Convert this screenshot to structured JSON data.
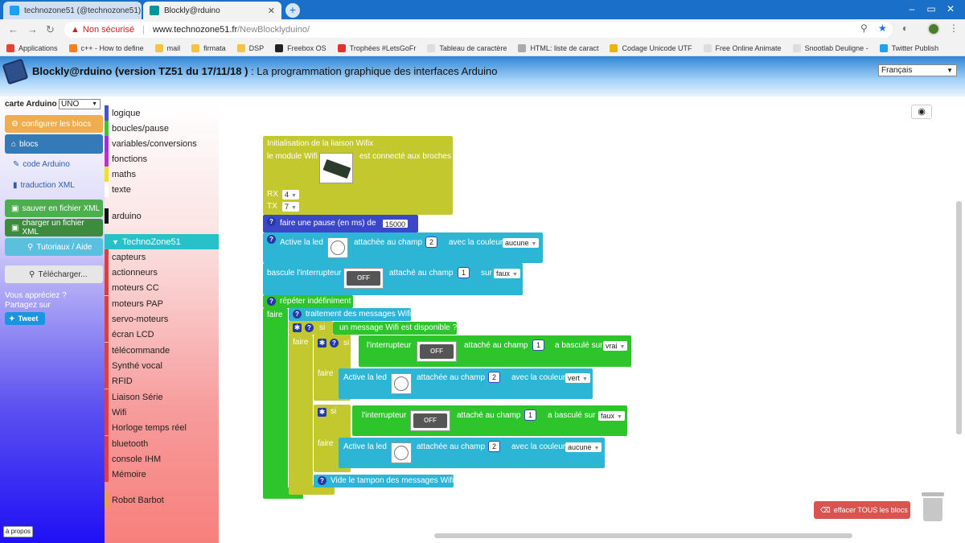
{
  "browser": {
    "tabs": [
      {
        "label": "technozone51 (@technozone51)"
      },
      {
        "label": "Blockly@rduino"
      }
    ],
    "security_label": "Non sécurisé",
    "url_host": "www.technozone51.fr",
    "url_path": "/NewBlocklyduino/",
    "bookmarks": [
      {
        "label": "Applications"
      },
      {
        "label": "c++ - How to define"
      },
      {
        "label": "mail"
      },
      {
        "label": "firmata"
      },
      {
        "label": "DSP"
      },
      {
        "label": "Freebox OS"
      },
      {
        "label": "Trophées #LetsGoFr"
      },
      {
        "label": "Tableau de caractère"
      },
      {
        "label": "HTML: liste de caract"
      },
      {
        "label": "Codage Unicode UTF"
      },
      {
        "label": "Free Online Animate"
      },
      {
        "label": "Snootlab Deuligne -"
      },
      {
        "label": "Twitter Publish"
      }
    ]
  },
  "header": {
    "title_bold": "Blockly@rduino (version TZ51 du 17/11/18 )",
    "title_rest": " : La programmation graphique des interfaces Arduino",
    "language": "Français"
  },
  "left": {
    "board_label": "carte Arduino :",
    "board_value": "UNO",
    "buttons": {
      "configure": "configurer les blocs",
      "blocks": "blocs",
      "arduino_code": "code Arduino",
      "xml": "traduction XML",
      "save": "sauver en fichier XML",
      "load": "charger un fichier XML",
      "tutorials": "Tutoriaux / Aide",
      "download": "Télécharger..."
    },
    "msg1": "Vous appréciez ?",
    "msg2": "Partagez sur",
    "tweet": "Tweet",
    "about": "à propos"
  },
  "categories": {
    "logique": "logique",
    "boucles": "boucles/pause",
    "variables": "variables/conversions",
    "fonctions": "fonctions",
    "maths": "maths",
    "texte": "texte",
    "arduino": "arduino",
    "technozone": "TechnoZone51",
    "capteurs": "capteurs",
    "actionneurs": "actionneurs",
    "moteurs_cc": "moteurs CC",
    "moteurs_pap": "moteurs PAP",
    "servo": "servo-moteurs",
    "lcd": "écran LCD",
    "telecommande": "télécommande",
    "synthe": "Synthé vocal",
    "rfid": "RFID",
    "serie": "Liaison Série",
    "wifi": "Wifi",
    "horloge": "Horloge temps réel",
    "bluetooth": "bluetooth",
    "ihm": "console IHM",
    "memoire": "Mémoire",
    "robot": "Robot Barbot"
  },
  "workspace": {
    "clear_button": "effacer TOUS les blocs",
    "blocks": {
      "init_title": "Initialisation de la liaison Wifix",
      "init_module": "le module Wifi",
      "init_connected": "est connecté aux broches",
      "rx_label": "RX",
      "rx_value": "4",
      "tx_label": "TX",
      "tx_value": "7",
      "pause_label": "faire une pause (en ms) de",
      "pause_value": "15000",
      "led1_label": "Active la led",
      "led1_field": "attachée au champ",
      "led1_num": "2",
      "led1_color_label": "avec la couleur",
      "led1_color": "aucune",
      "switch1_label": "bascule l'interrupteur",
      "switch1_field": "attaché au champ",
      "switch1_num": "1",
      "switch1_on": "sur",
      "switch1_value": "faux",
      "switch_off": "OFF",
      "repeat_label": "répéter indéfiniment",
      "do_label": "faire",
      "process_label": "traitement des messages Wifi",
      "if_label": "si",
      "wifi_available": "un message Wifi est disponible ?",
      "sw2_label": "l'interrupteur",
      "sw2_field": "attaché au champ",
      "sw2_num": "1",
      "sw2_toggled": "a basculé sur",
      "sw2_value": "vrai",
      "led2_label": "Active la led",
      "led2_field": "attachée au champ",
      "led2_num": "2",
      "led2_color_label": "avec la couleur",
      "led2_color": "vert",
      "sw3_label": "l'interrupteur",
      "sw3_field": "attaché au champ",
      "sw3_num": "1",
      "sw3_toggled": "a basculé sur",
      "sw3_value": "faux",
      "led3_label": "Active la led",
      "led3_field": "attachée au champ",
      "led3_num": "2",
      "led3_color_label": "avec la couleur",
      "led3_color": "aucune",
      "flush_label": "Vide le tampon des messages Wifi"
    }
  },
  "colors": {
    "chrome_blue": "#1a6fc9",
    "block_yellow": "#c4c82f",
    "block_green": "#2ec52c",
    "block_cyan": "#2db5d6",
    "block_blue": "#3b47c8",
    "clear_red": "#d9534f"
  }
}
